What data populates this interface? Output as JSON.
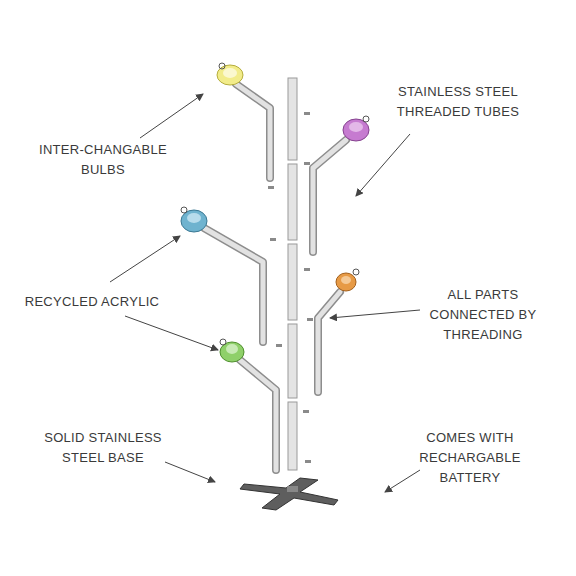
{
  "diagram": {
    "labels": [
      "INTER-CHANGABLE BULBS",
      "STAINLESS STEEL THREADED TUBES",
      "RECYCLED ACRYLIC",
      "ALL PARTS CONNECTED BY THREADING",
      "SOLID STAINLESS STEEL BASE",
      "COMES WITH RECHARGABLE BATTERY"
    ]
  }
}
